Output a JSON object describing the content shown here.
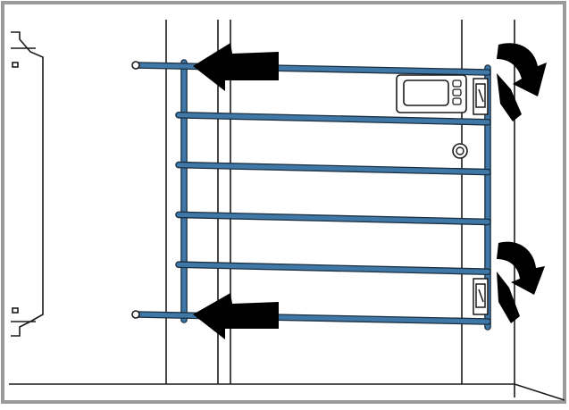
{
  "colors": {
    "frame": "#9a9a9a",
    "line": "#1a1a1a",
    "rack": "#3f77a6",
    "rack_outline": "#1b2f40",
    "arrow": "#000000",
    "background": "#ffffff"
  },
  "diagram": {
    "rails": {
      "count": 6
    },
    "arrows": [
      {
        "kind": "straight",
        "direction": "left",
        "position": "top"
      },
      {
        "kind": "straight",
        "direction": "left",
        "position": "bottom"
      },
      {
        "kind": "curved",
        "direction": "down-right",
        "position": "top"
      },
      {
        "kind": "curved",
        "direction": "down-right",
        "position": "bottom"
      }
    ],
    "icons": [
      "control-panel-icon",
      "knob-icon",
      "latch-icon"
    ]
  }
}
